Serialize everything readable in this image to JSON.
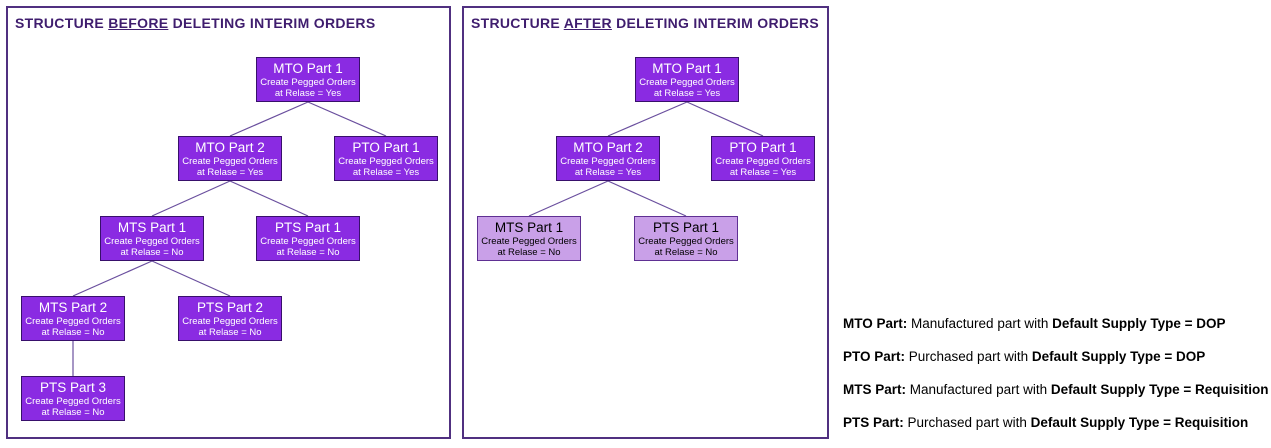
{
  "panels": [
    {
      "title": {
        "prefix": "STRUCTURE ",
        "emphasis": "BEFORE",
        "suffix": " DELETING INTERIM ORDERS"
      },
      "nodes": [
        {
          "title": "MTO Part 1",
          "line1": "Create Pegged Orders",
          "line2": "at Relase = Yes",
          "style": "dark"
        },
        {
          "title": "MTO Part 2",
          "line1": "Create Pegged Orders",
          "line2": "at Relase = Yes",
          "style": "dark"
        },
        {
          "title": "PTO Part 1",
          "line1": "Create Pegged Orders",
          "line2": "at Relase = Yes",
          "style": "dark"
        },
        {
          "title": "MTS Part 1",
          "line1": "Create Pegged Orders",
          "line2": "at Relase = No",
          "style": "dark"
        },
        {
          "title": "PTS Part 1",
          "line1": "Create Pegged Orders",
          "line2": "at Relase = No",
          "style": "dark"
        },
        {
          "title": "MTS Part 2",
          "line1": "Create Pegged Orders",
          "line2": "at Relase = No",
          "style": "dark"
        },
        {
          "title": "PTS Part 2",
          "line1": "Create Pegged Orders",
          "line2": "at Relase = No",
          "style": "dark"
        },
        {
          "title": "PTS Part 3",
          "line1": "Create Pegged Orders",
          "line2": "at Relase = No",
          "style": "dark"
        }
      ]
    },
    {
      "title": {
        "prefix": "STRUCTURE ",
        "emphasis": "AFTER",
        "suffix": " DELETING INTERIM ORDERS"
      },
      "nodes": [
        {
          "title": "MTO Part 1",
          "line1": "Create Pegged Orders",
          "line2": "at Relase = Yes",
          "style": "dark"
        },
        {
          "title": "MTO Part 2",
          "line1": "Create Pegged Orders",
          "line2": "at Relase = Yes",
          "style": "dark"
        },
        {
          "title": "PTO Part 1",
          "line1": "Create Pegged Orders",
          "line2": "at Relase = Yes",
          "style": "dark"
        },
        {
          "title": "MTS Part 1",
          "line1": "Create Pegged Orders",
          "line2": "at Relase = No",
          "style": "light"
        },
        {
          "title": "PTS Part 1",
          "line1": "Create Pegged Orders",
          "line2": "at Relase = No",
          "style": "light"
        }
      ]
    }
  ],
  "legend": {
    "items": [
      {
        "term": "MTO Part:",
        "middle": " Manufactured part with ",
        "tail": "Default Supply Type = DOP"
      },
      {
        "term": "PTO Part:",
        "middle": " Purchased part with ",
        "tail": "Default Supply Type = DOP"
      },
      {
        "term": "MTS Part:",
        "middle": " Manufactured part with ",
        "tail": "Default Supply Type = Requisition"
      },
      {
        "term": "PTS Part:",
        "middle": " Purchased part with ",
        "tail": "Default Supply Type = Requisition"
      }
    ]
  },
  "colors": {
    "panel_border": "#503080",
    "title_text": "#3F1D6E",
    "node_dark_fill": "#8A2BE2",
    "node_dark_border": "#38106B",
    "node_dark_text": "#FFFFFF",
    "node_light_fill": "#C9A0E8",
    "node_light_border": "#5F3093",
    "node_light_text": "#000000",
    "connector_line": "#6A4F9E"
  }
}
